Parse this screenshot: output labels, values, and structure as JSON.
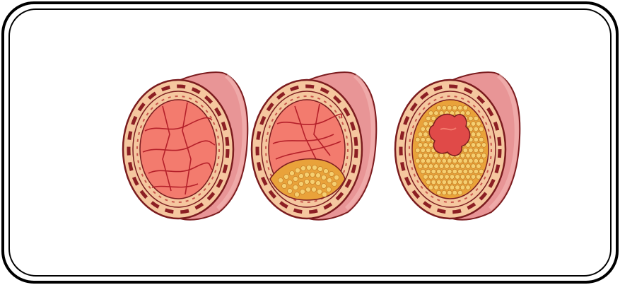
{
  "figure": {
    "panels": [
      {
        "id": "healthy-artery",
        "lumen_fill": "#e8584c",
        "plaque_fraction": 0.0
      },
      {
        "id": "partially-blocked-artery",
        "lumen_fill": "#e8584c",
        "plaque_fraction": 0.3
      },
      {
        "id": "severely-blocked-artery",
        "lumen_fill": "#e04a48",
        "plaque_fraction": 0.85
      }
    ],
    "colors": {
      "frame": "#000000",
      "background": "#ffffff",
      "outer_wall": "#e89596",
      "outer_wall_light": "#f3b9b5",
      "outline": "#7b1c1f",
      "wall_layer": "#f5c79f",
      "dark_band": "#8c1f24",
      "lumen": "#f37b6e",
      "vein_lines": "#b5202a",
      "plaque": "#e9a23a",
      "plaque_light": "#f6cf70"
    }
  }
}
